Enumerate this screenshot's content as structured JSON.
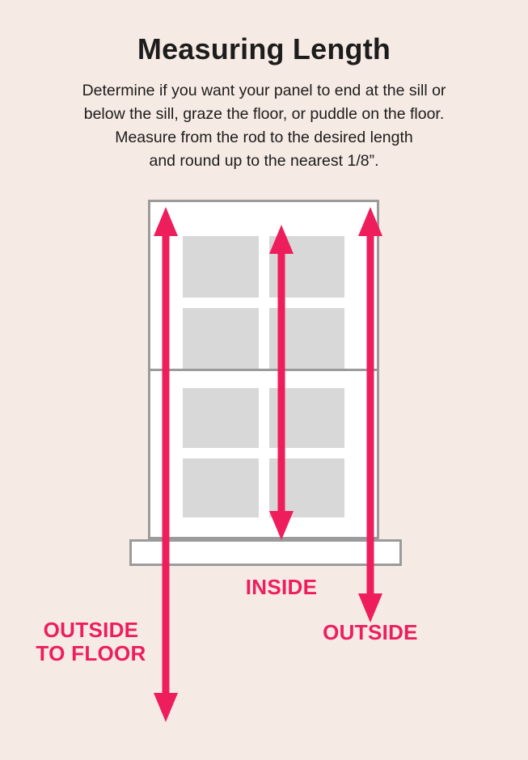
{
  "colors": {
    "background": "#f6eae4",
    "arrow": "#ee1e5c",
    "text": "#1c1c1c",
    "frame_border": "#9b9b9b",
    "pane": "#d8d8d8"
  },
  "header": {
    "title": "Measuring Length",
    "description_lines": [
      "Determine if you want your panel to end at the sill or",
      "below the sill, graze the floor, or puddle on the floor.",
      "Measure from the rod to the desired length",
      "and round up to the nearest 1/8”."
    ]
  },
  "labels": {
    "inside": "INSIDE",
    "outside": "OUTSIDE",
    "outside_to_floor_line1": "OUTSIDE",
    "outside_to_floor_line2": "TO FLOOR"
  }
}
